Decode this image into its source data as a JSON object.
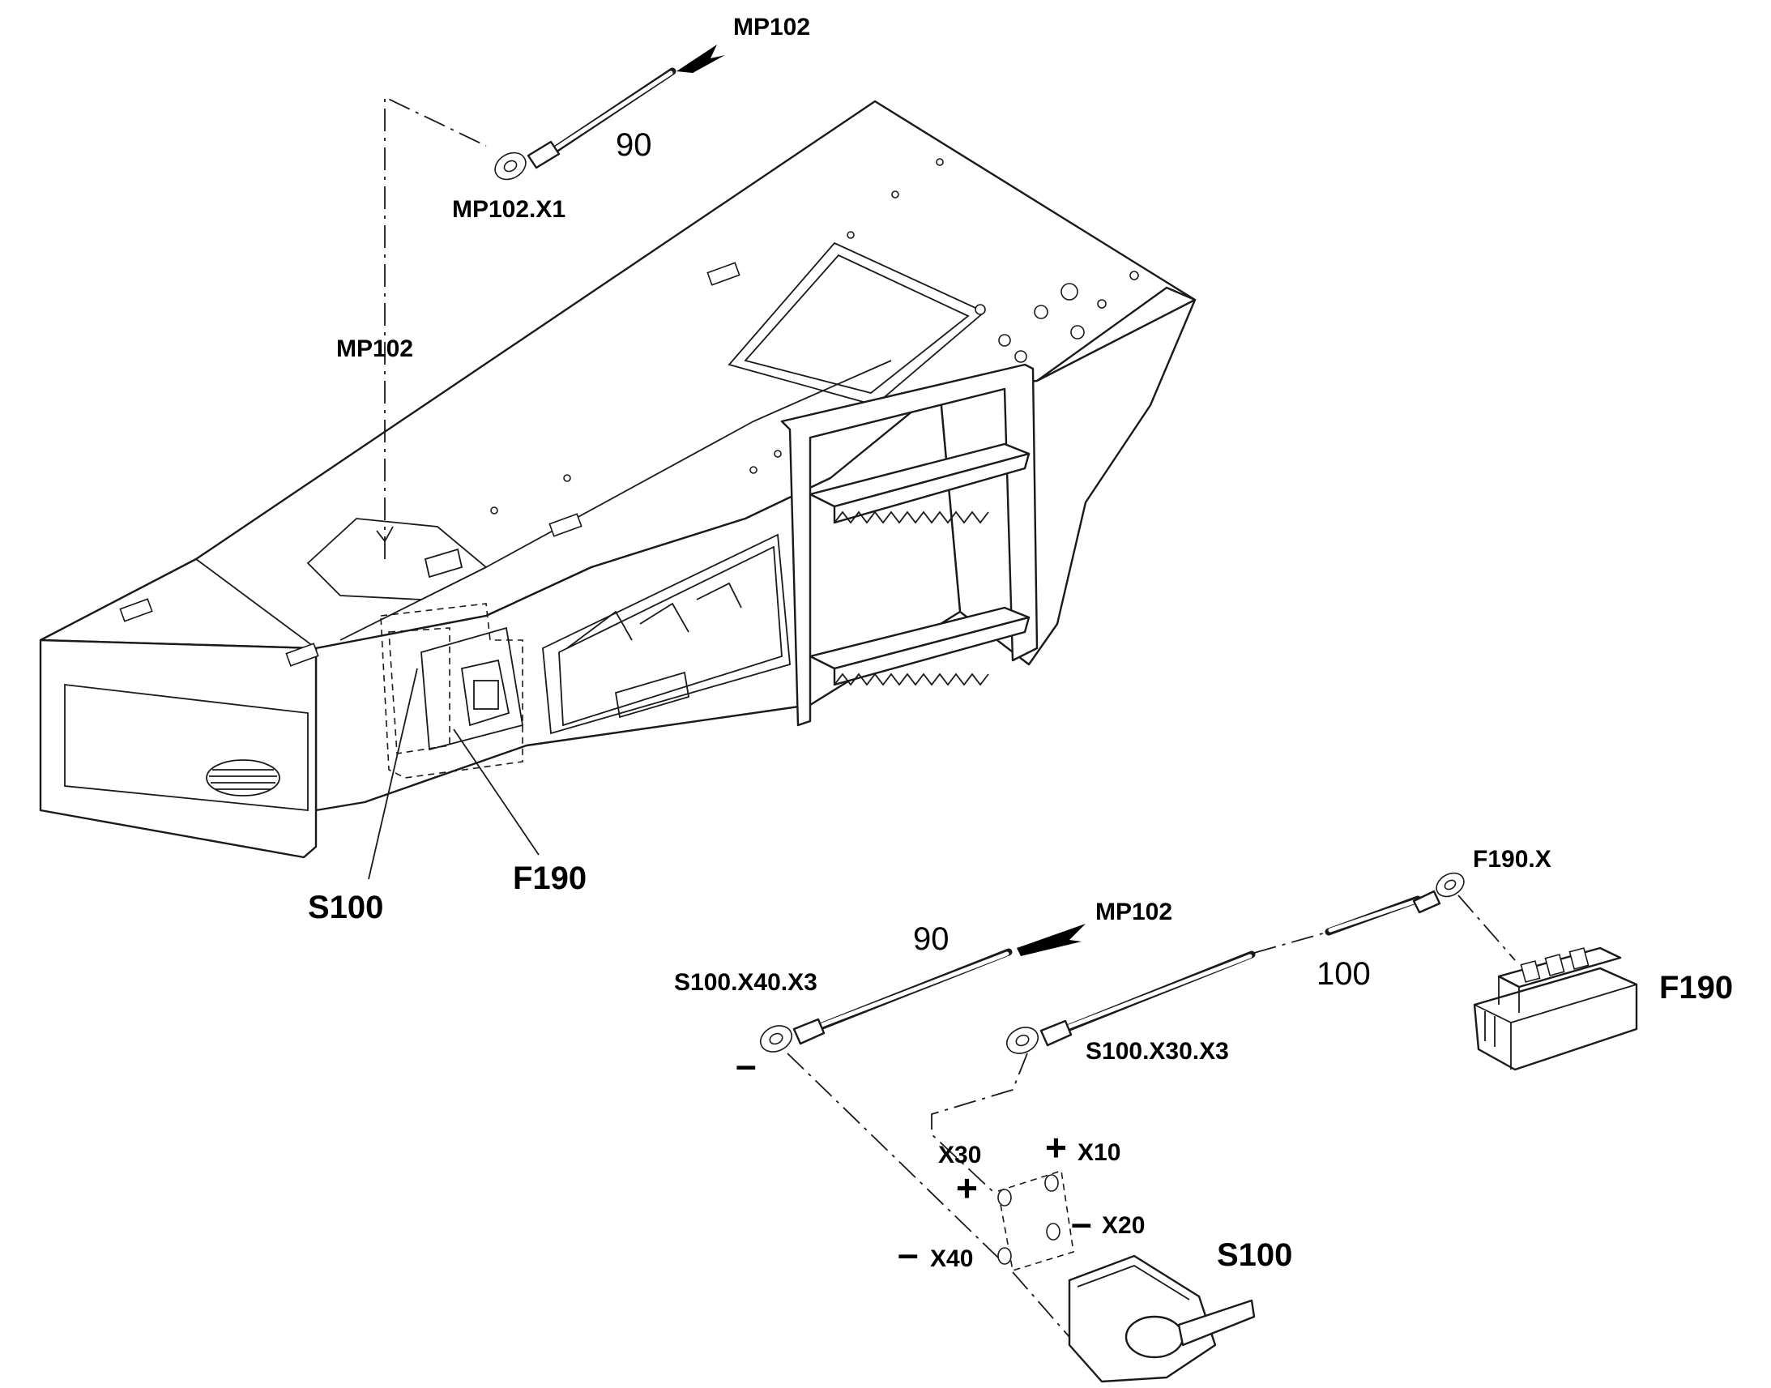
{
  "labels": {
    "mp102_top": "MP102",
    "mp102_x1": "MP102.X1",
    "mp102_vertical": "MP102",
    "s100_main": "S100",
    "f190_main": "F190",
    "mp102_lower": "MP102",
    "s100_x40_x3": "S100.X40.X3",
    "s100_x30_x3": "S100.X30.X3",
    "f190_x": "F190.X",
    "f190_component": "F190",
    "s100_component": "S100",
    "x30": "X30",
    "x10": "X10",
    "x20": "X20",
    "x40": "X40"
  },
  "cable_lengths": {
    "top_cable": "90",
    "lower_left_cable": "90",
    "lower_right_cable": "100"
  },
  "signs": {
    "negative_terminal": "–",
    "plus_x10": "+",
    "plus_x30": "+",
    "minus_x20": "–",
    "minus_x40": "–"
  }
}
